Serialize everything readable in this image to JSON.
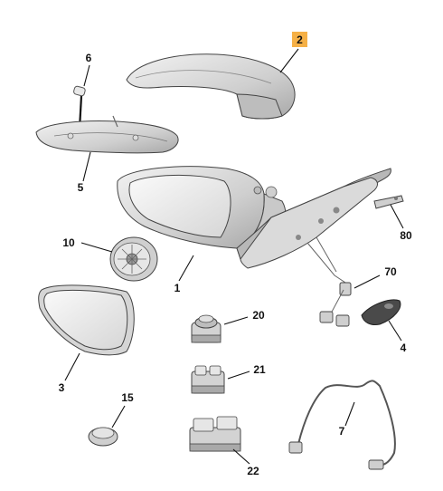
{
  "callouts": {
    "c1": "1",
    "c2": "2",
    "c3": "3",
    "c4": "4",
    "c5": "5",
    "c6": "6",
    "c7": "7",
    "c10": "10",
    "c15": "15",
    "c20": "20",
    "c21": "21",
    "c22": "22",
    "c70": "70",
    "c80": "80"
  },
  "colors": {
    "highlight_badge": "#f5b046",
    "part_fill": "#e4e4e4",
    "part_shadow": "#a9a9a9",
    "dark_part": "#4a4a4a"
  }
}
